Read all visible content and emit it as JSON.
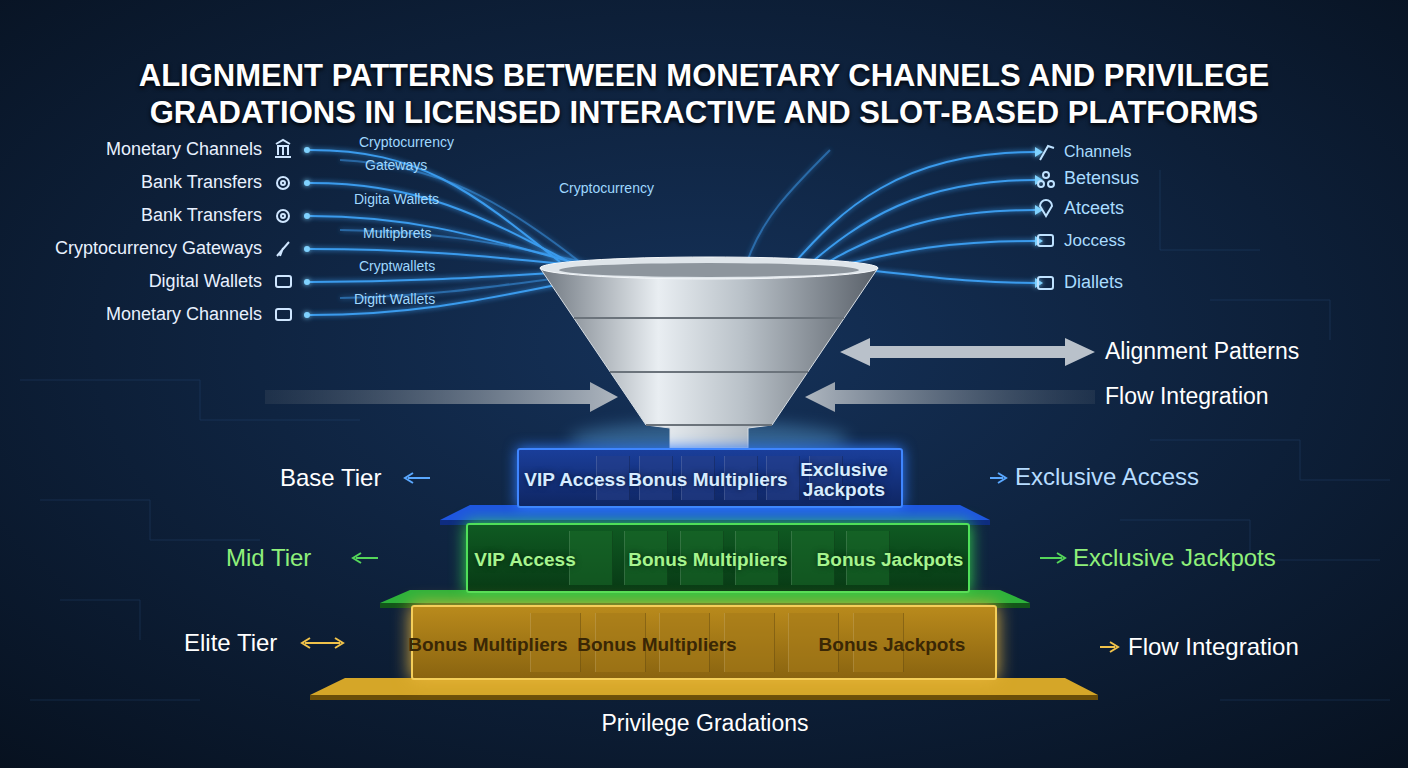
{
  "diagram": {
    "title": "ALIGNMENT PATTERNS BETWEEN MONETARY CHANNELS AND PRIVILEGE GRADATIONS IN LICENSED INTERACTIVE AND SLOT-BASED PLATFORMS",
    "nodes": [
      {
        "text": [
          "VIP Access",
          "Bonus Multipliers",
          "Exclusive Jackpots"
        ]
      },
      {
        "text": [
          "VIP Access",
          "Bonus Multipliers",
          "Bonus Jackpots"
        ]
      },
      {
        "text": [
          "Bonus Multipliers",
          "Bonus Multipliers",
          "Bonus Jackpots"
        ]
      }
    ],
    "labels": [
      "Monetary Channels",
      "Bank Transfers",
      "Bank Transfers",
      "Cryptocurrency Gateways",
      "Digital Wallets",
      "Monetary Channels",
      "Cryptocurrency",
      "Gateways",
      "Digita Wallets",
      "Multipbrets",
      "Cryptwallets",
      "Digitt Wallets",
      "Cryptocurrency",
      "Channels",
      "Betensus",
      "Atceets",
      "Joccess",
      "Diallets",
      "Alignment Patterns",
      "Flow Integration",
      "Base Tier",
      "Exclusive Access",
      "Mid Tier",
      "Exclusive Jackpots",
      "Elite Tier",
      "Flow Integration",
      "Privilege Gradations"
    ]
  }
}
